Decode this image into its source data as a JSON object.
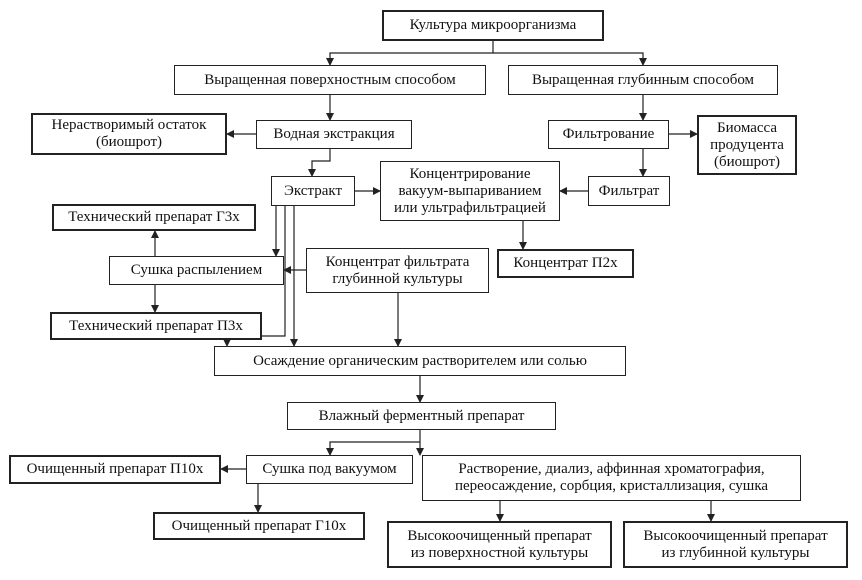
{
  "diagram": {
    "nodes": {
      "culture": "Культура микроорганизма",
      "surface": "Выращенная поверхностным способом",
      "deep": "Выращенная глубинным способом",
      "insoluble": "Нерастворимый остаток\n(биошрот)",
      "water_extraction": "Водная экстракция",
      "filtration": "Фильтрование",
      "biomass": "Биомасса\nпродуцента\n(биошрот)",
      "concentration": "Концентрирование\nвакуум-выпариванием\nили ультрафильтрацией",
      "extract": "Экстракт",
      "filtrate": "Фильтрат",
      "tech_g3x": "Технический препарат Г3х",
      "spray_drying": "Сушка распылением",
      "filtrate_concentrate": "Концентрат фильтрата\nглубинной культуры",
      "concentrate_p2x": "Концентрат П2х",
      "tech_p3x": "Технический препарат П3х",
      "precipitation": "Осаждение органическим растворителем или солью",
      "wet_enzyme": "Влажный ферментный препарат",
      "purified_p10x": "Очищенный препарат П10х",
      "vacuum_drying": "Сушка под вакуумом",
      "dissolution": "Растворение, диализ, аффинная хроматография,\nпереосаждение, сорбция, кристаллизация, сушка",
      "purified_g10x": "Очищенный препарат Г10х",
      "high_surface": "Высокоочищенный препарат\nиз поверхностной культуры",
      "high_deep": "Высокоочищенный препарат\nиз глубинной культуры"
    }
  }
}
